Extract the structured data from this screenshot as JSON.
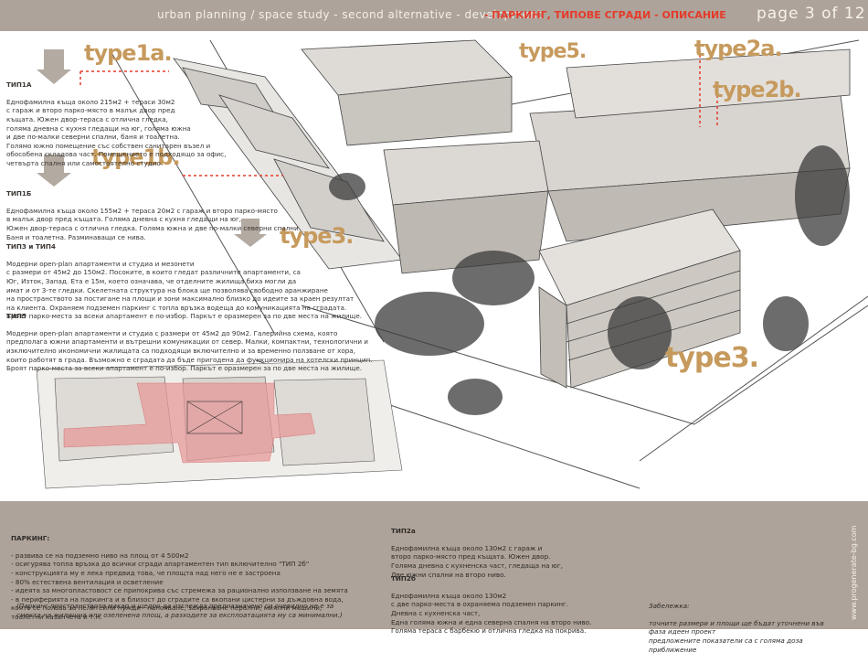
{
  "header": {
    "study_title": "urban planning / space study  -  second alternative  -  development",
    "subtitle": "- ПАРКИНГ, ТИПОВЕ СГРАДИ - ОПИСАНИЕ",
    "page": "page 3 of 12"
  },
  "tags": {
    "type1a": "type1a.",
    "type1b": "type1b.",
    "type5": "type5.",
    "type2a": "type2a.",
    "type2b": "type2b.",
    "type3a": "type3.",
    "type3b": "type3."
  },
  "descriptions": {
    "tip1a_title": "ТИП1А",
    "tip1a_body": "Еднофамилна къща около 215м2 + тераси 30м2\nс гараж и второ парко-място в малък двор пред\nкъщата. Южен двор-тераса с отлична гледка,\nголяма дневна с кухня гледащи на юг, голяма южна\nи две по-малки северни спални, баня и тоалетна.\nГолямо южно помещение със собствен санитарен възел и\nобособена складова част. Помещението е подходящо за офис,\nчетвърта спалня или самостоятелно студио.",
    "tip1b_title": "ТИП1Б",
    "tip1b_body": "Еднофамилна къща  около 155м2 + тераса 20м2 с гараж и второ парко-място\nв малък двор пред къщата. Голяма дневна с кухня гледащи на юг,\nЮжен двор-тераса с отлична гледка. Голяма южна и две по-малки северни спални\nБаня и тоалетна. Разминаващи се нива.",
    "tip34_title": "ТИП3 и ТИП4",
    "tip34_body": "Модерни open-plan апартаменти и студиа и мезонети\nс размери от 45м2 до 150м2. Посоките, в които гледат различните апартаменти, са\nЮг, Изток, Запад. Ета е 15м, което означава, че отделните жилища биха могли да\nимат и от 3-те гледки. Скелетната структура на блока ще позволява свободно аранжиране\nна пространството за постигане на площи и зони максимално близко до идеите за краен резултат\nна клиента. Охраняем подземен паркинг с топла връзка водеща до комуникацията на сградата.\nБроят парко-места за всеки апартамент е по-избор. Паркът е оразмерен за по две места на жилище.",
    "tip5_title": "ТИП5",
    "tip5_body": "Модерни open-plan апартаменти и студиа с размери от 45м2 до 90м2. Галерийна схема, която\nпредполага южни апартаменти и вътрешни комуникации от север. Малки, компактни, технологични и\nизключително икономични жилищата са подходящи включително и за временно ползване от хора,\nкоито работят в града. Възможно е сградата да бъде пригодена да функционира на хотелски принцип.\nБроят парко-места за всеки апартамент е по-избор. Паркът е оразмерен за по две места на жилище."
  },
  "bottom": {
    "parking_title": "ПАРКИНГ:",
    "parking_body": "- развива се на подземно ниво на площ от 4 500м2\n- осигурява топла връзка до всички сгради апартаментен тип включително \"ТИП 2б\"\n- конструкцията му е лека предвид това, че площта над него не е застроена\n- 80% естествена вентилация и осветление\n- идеята за многопластовост се припокрива със стремежа за рационално използване на земята\n- в периферията на паркинга  и в близост до сградите са вкопани цистерни за дъждовна вода,\n  която се ползва за нелитейни нужди - напояване, захранване перални, миялни машини,\n  тоалетни казанчета и т.н.",
    "parking_note": "(Паркинг пространството макар и щедро да изглежда предназначено си очевидно не е за\n смекта на жилищна или озеленена площ, а разходите за експлоатацията му са минимални.)",
    "tip2a_title": "ТИП2а",
    "tip2a_body": "Еднофамилна къща около 130м2 с гараж и\nвторо парко-място пред къщата. Южен двор.\nГоляма дневна с кухненска част, гледаща на юг,\nДве южни спални на второ ниво.",
    "tip2b_title": "ТИП2б",
    "tip2b_body": "Еднофамилна къща около 130м2\nс две парко-места в охраняема подземен паркинг.\nДневна с кухненска част,\nЕдна голяма южна и една северна спалня на второ ниво.\nГоляма тераса с барбекю и отлична гледка на покрива.",
    "note_title": "Забележка:",
    "note_body": "точните размери и площи ще бъдат уточнени във фаза идеен проект\nпредложените показатели са с голяма доза приближение",
    "website": "www.progenerate-bg.com"
  },
  "colors": {
    "band": "#aea39a",
    "accent_red": "#e53a2a",
    "tag_gold": "#c69a5d",
    "plan_pink": "#e69a9a"
  }
}
